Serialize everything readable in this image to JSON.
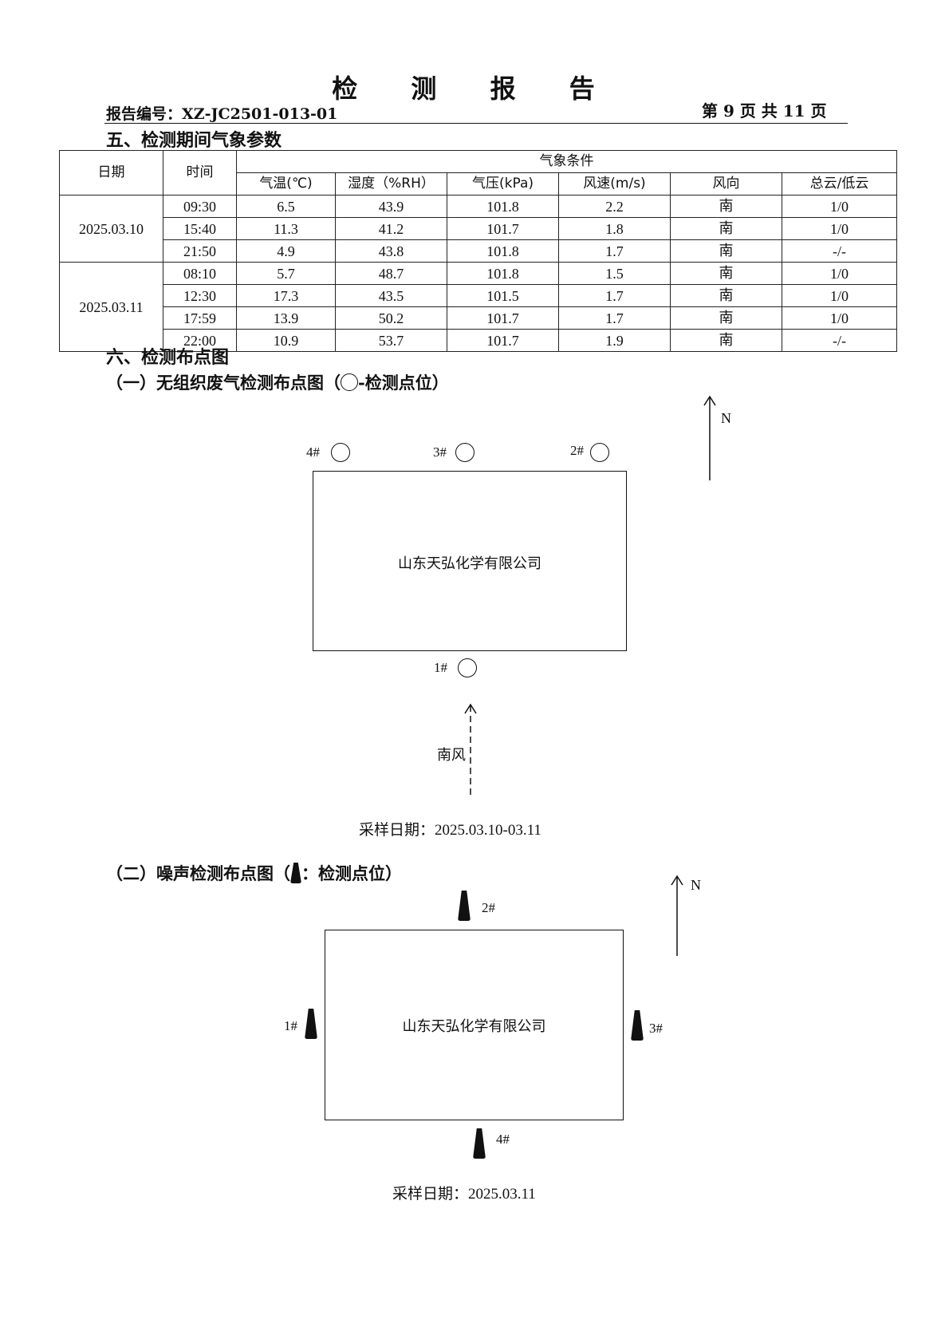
{
  "header": {
    "title": "检 测 报 告",
    "report_no": "报告编号：XZ-JC2501-013-01",
    "page_info": "第 9 页 共 11 页"
  },
  "section5": {
    "title": "五、检测期间气象参数",
    "table": {
      "col_date": "日期",
      "col_time": "时间",
      "group": "气象条件",
      "cols": [
        "气温(℃)",
        "湿度（%RH）",
        "气压(kPa)",
        "风速(m/s)",
        "风向",
        "总云/低云"
      ],
      "days": [
        {
          "date": "2025.03.10",
          "rows": [
            {
              "time": "09:30",
              "temp": "6.5",
              "humidity": "43.9",
              "pressure": "101.8",
              "wind_speed": "2.2",
              "wind_dir": "南",
              "cloud": "1/0"
            },
            {
              "time": "15:40",
              "temp": "11.3",
              "humidity": "41.2",
              "pressure": "101.7",
              "wind_speed": "1.8",
              "wind_dir": "南",
              "cloud": "1/0"
            },
            {
              "time": "21:50",
              "temp": "4.9",
              "humidity": "43.8",
              "pressure": "101.8",
              "wind_speed": "1.7",
              "wind_dir": "南",
              "cloud": "-/-"
            }
          ]
        },
        {
          "date": "2025.03.11",
          "rows": [
            {
              "time": "08:10",
              "temp": "5.7",
              "humidity": "48.7",
              "pressure": "101.8",
              "wind_speed": "1.5",
              "wind_dir": "南",
              "cloud": "1/0"
            },
            {
              "time": "12:30",
              "temp": "17.3",
              "humidity": "43.5",
              "pressure": "101.5",
              "wind_speed": "1.7",
              "wind_dir": "南",
              "cloud": "1/0"
            },
            {
              "time": "17:59",
              "temp": "13.9",
              "humidity": "50.2",
              "pressure": "101.7",
              "wind_speed": "1.7",
              "wind_dir": "南",
              "cloud": "1/0"
            },
            {
              "time": "22:00",
              "temp": "10.9",
              "humidity": "53.7",
              "pressure": "101.7",
              "wind_speed": "1.9",
              "wind_dir": "南",
              "cloud": "-/-"
            }
          ]
        }
      ]
    }
  },
  "section6": {
    "title": "六、检测布点图",
    "gas": {
      "title_prefix": "（一）无组织废气检测布点图（",
      "title_suffix": "-检测点位）",
      "company": "山东天弘化学有限公司",
      "points": [
        "1#",
        "2#",
        "3#",
        "4#"
      ],
      "north": "N",
      "wind": "南风",
      "sampling": "采样日期：2025.03.10-03.11"
    },
    "noise": {
      "title_prefix": "（二）噪声检测布点图（",
      "title_suffix": "：检测点位）",
      "company": "山东天弘化学有限公司",
      "points": [
        "1#",
        "2#",
        "3#",
        "4#"
      ],
      "north": "N",
      "sampling": "采样日期：2025.03.11"
    }
  }
}
